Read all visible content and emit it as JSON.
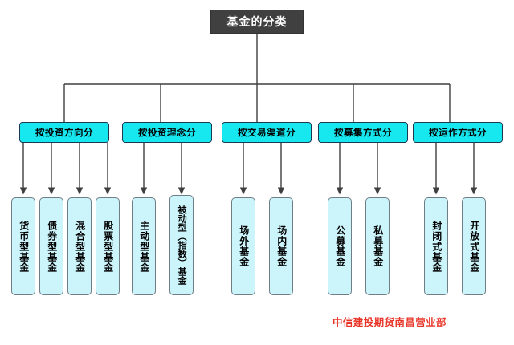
{
  "diagram": {
    "type": "org-chart",
    "title": "基金的分类",
    "colors": {
      "root_fill": "#404040",
      "root_text": "#ffffff",
      "category_fill": "#17e8f0",
      "category_border": "#1b3a52",
      "leaf_fill": "#ccf4fb",
      "leaf_border": "#6f7d85",
      "connector": "#3f3f3f",
      "watermark": "#e8372a",
      "background": "#ffffff"
    },
    "categories": [
      {
        "label": "按投资方向分",
        "children": [
          {
            "label": "货币型基金"
          },
          {
            "label": "债券型基金"
          },
          {
            "label": "混合型基金"
          },
          {
            "label": "股票型基金"
          }
        ]
      },
      {
        "label": "按投资理念分",
        "children": [
          {
            "label": "主动型基金"
          },
          {
            "label": "被动型（指数）基金"
          }
        ]
      },
      {
        "label": "按交易渠道分",
        "children": [
          {
            "label": "场外基金"
          },
          {
            "label": "场内基金"
          }
        ]
      },
      {
        "label": "按募集方式分",
        "children": [
          {
            "label": "公募基金"
          },
          {
            "label": "私募基金"
          }
        ]
      },
      {
        "label": "按运作方式分",
        "children": [
          {
            "label": "封闭式基金"
          },
          {
            "label": "开放式基金"
          }
        ]
      }
    ],
    "watermark": "中信建投期货南昌营业部"
  }
}
